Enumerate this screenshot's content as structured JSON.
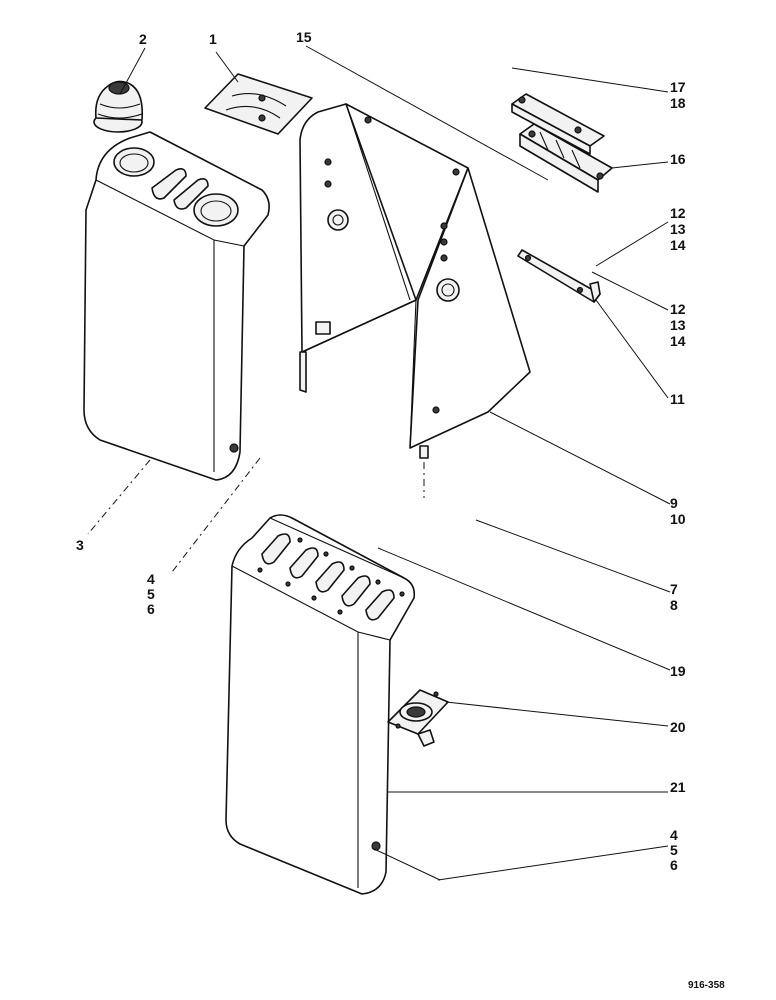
{
  "drawing_reference": "916-358",
  "callouts": [
    {
      "id": "c1",
      "lines": [
        "1"
      ]
    },
    {
      "id": "c2",
      "lines": [
        "2"
      ]
    },
    {
      "id": "c15",
      "lines": [
        "15"
      ]
    },
    {
      "id": "c17",
      "lines": [
        "17",
        "18"
      ]
    },
    {
      "id": "c16",
      "lines": [
        "16"
      ]
    },
    {
      "id": "c12a",
      "lines": [
        "12",
        "13",
        "14"
      ]
    },
    {
      "id": "c12b",
      "lines": [
        "12",
        "13",
        "14"
      ]
    },
    {
      "id": "c11",
      "lines": [
        "11"
      ]
    },
    {
      "id": "c3",
      "lines": [
        "3"
      ]
    },
    {
      "id": "c4a",
      "lines": [
        "4",
        "5",
        "6"
      ]
    },
    {
      "id": "c9",
      "lines": [
        "9",
        "10"
      ]
    },
    {
      "id": "c7",
      "lines": [
        "7",
        "8"
      ]
    },
    {
      "id": "c19",
      "lines": [
        "19"
      ]
    },
    {
      "id": "c20",
      "lines": [
        "20"
      ]
    },
    {
      "id": "c21",
      "lines": [
        "21"
      ]
    },
    {
      "id": "c4b",
      "lines": [
        "4",
        "5",
        "6"
      ]
    }
  ]
}
